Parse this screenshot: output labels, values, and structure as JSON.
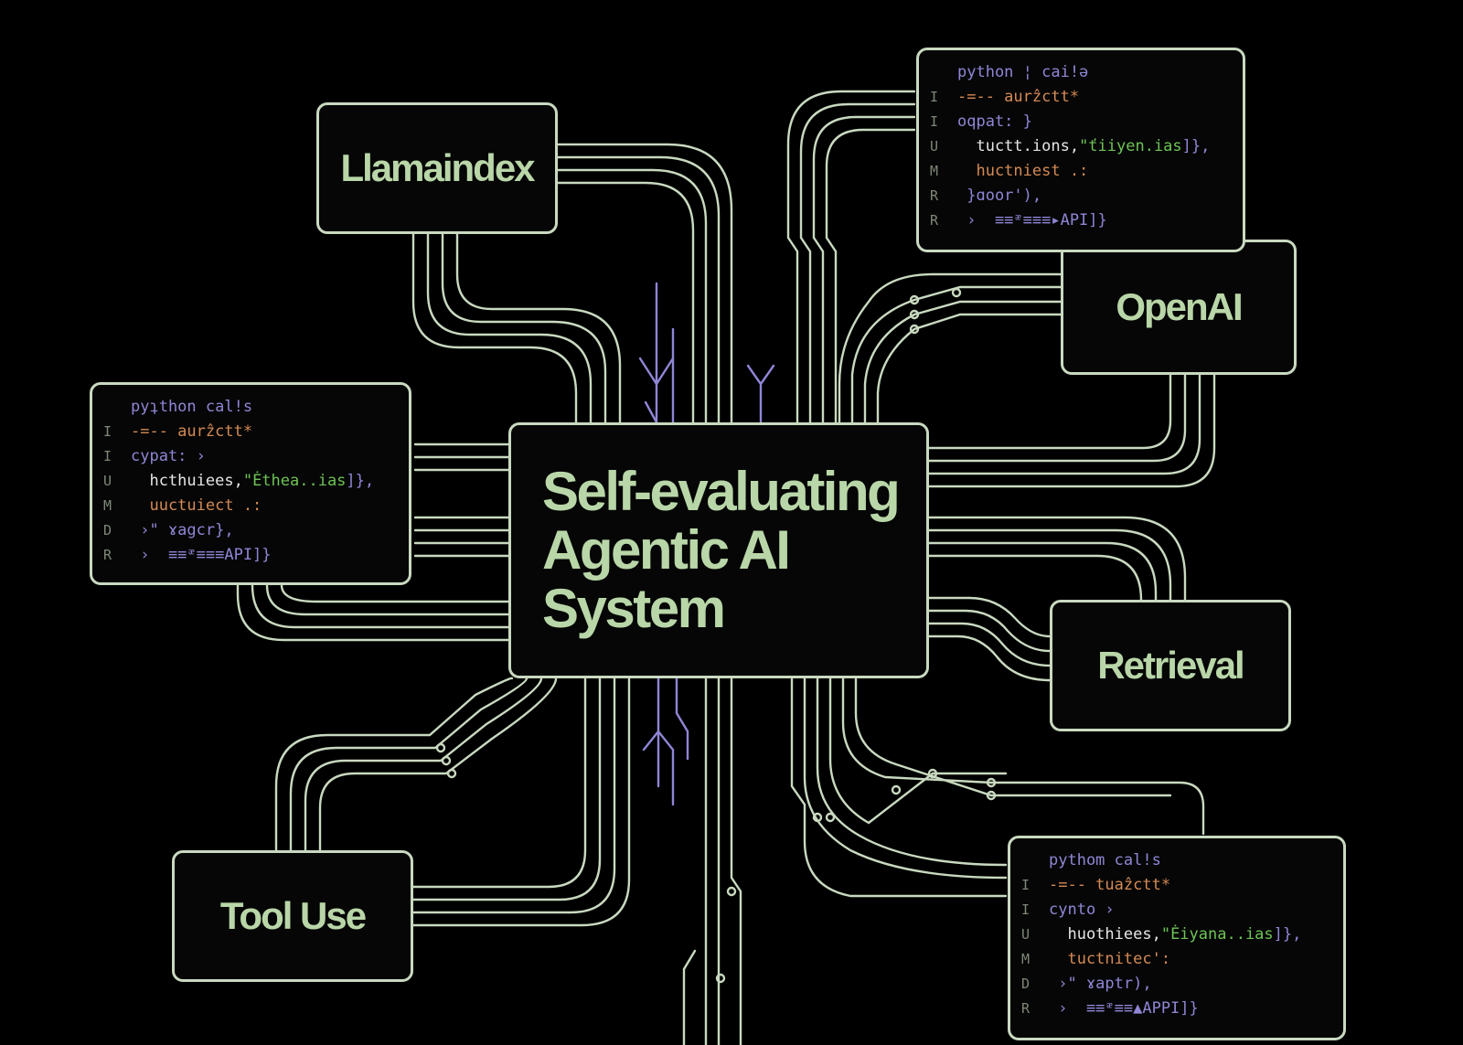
{
  "nodes": {
    "center": "Self-evaluating Agentic AI System",
    "llamaindex": "Llamaindex",
    "openai": "OpenAI",
    "retrieval": "Retrieval",
    "tool_use": "Tool Use"
  },
  "code_top_right": {
    "lines": [
      {
        "gutter": "",
        "segments": [
          {
            "text": "python ¦ cai!ə",
            "color": "purple"
          }
        ]
      },
      {
        "gutter": "I",
        "segments": [
          {
            "text": "-=-- aurẑctt*",
            "color": "orange"
          }
        ]
      },
      {
        "gutter": "I",
        "segments": [
          {
            "text": "oqpat: }",
            "color": "purple"
          }
        ]
      },
      {
        "gutter": "U",
        "segments": [
          {
            "text": "  tuctt.ions,",
            "color": "white"
          },
          {
            "text": "\"ťiiyen.ias",
            "color": "green"
          },
          {
            "text": "]},",
            "color": "purple"
          }
        ]
      },
      {
        "gutter": "M",
        "segments": [
          {
            "text": "  huctniest .:",
            "color": "orange"
          }
        ]
      },
      {
        "gutter": "R",
        "segments": [
          {
            "text": " }ɑoor'),",
            "color": "purple"
          }
        ]
      },
      {
        "gutter": "R",
        "segments": [
          {
            "text": " ›  ≡≡ᵆ≡≡≡▸API]}",
            "color": "purple"
          }
        ]
      }
    ]
  },
  "code_left": {
    "lines": [
      {
        "gutter": "",
        "segments": [
          {
            "text": "pyʇthon cal!s",
            "color": "purple"
          }
        ]
      },
      {
        "gutter": "I",
        "segments": [
          {
            "text": "-=-- aurẑctt*",
            "color": "orange"
          }
        ]
      },
      {
        "gutter": "I",
        "segments": [
          {
            "text": "cypat: ›",
            "color": "purple"
          }
        ]
      },
      {
        "gutter": "U",
        "segments": [
          {
            "text": "  hcthuiees,",
            "color": "white"
          },
          {
            "text": "\"Ėthea..ias",
            "color": "green"
          },
          {
            "text": "]},",
            "color": "purple"
          }
        ]
      },
      {
        "gutter": "M",
        "segments": [
          {
            "text": "  uuctuiect .:",
            "color": "orange"
          }
        ]
      },
      {
        "gutter": "D",
        "segments": [
          {
            "text": " ›\" ɤagcr},",
            "color": "purple"
          }
        ]
      },
      {
        "gutter": "R",
        "segments": [
          {
            "text": " ›  ≡≡ᵆ≡≡≡API]}",
            "color": "purple"
          }
        ]
      }
    ]
  },
  "code_bottom_right": {
    "lines": [
      {
        "gutter": "",
        "segments": [
          {
            "text": "pythom cal!s",
            "color": "purple"
          }
        ]
      },
      {
        "gutter": "I",
        "segments": [
          {
            "text": "-=-- tuaẑctt*",
            "color": "orange"
          }
        ]
      },
      {
        "gutter": "I",
        "segments": [
          {
            "text": "cynto ›",
            "color": "purple"
          }
        ]
      },
      {
        "gutter": "U",
        "segments": [
          {
            "text": "  huothiees,",
            "color": "white"
          },
          {
            "text": "\"Ėiyana..ias",
            "color": "green"
          },
          {
            "text": "]},",
            "color": "purple"
          }
        ]
      },
      {
        "gutter": "M",
        "segments": [
          {
            "text": "  tuctnitec':",
            "color": "orange"
          }
        ]
      },
      {
        "gutter": "D",
        "segments": [
          {
            "text": " ›\" ɤaptr),",
            "color": "purple"
          }
        ]
      },
      {
        "gutter": "R",
        "segments": [
          {
            "text": " ›  ≡≡ᵆ≡≡▲APPI]}",
            "color": "purple"
          }
        ]
      }
    ]
  },
  "colors": {
    "background": "#000000",
    "wire": "#c9d9c0",
    "label": "#b9d6a8",
    "accent_purple": "#8f86d6"
  }
}
